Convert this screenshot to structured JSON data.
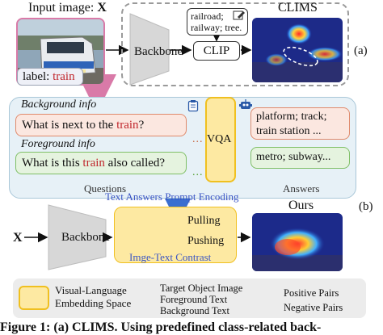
{
  "panel_a": {
    "input_title_prefix": "Input image: ",
    "input_title_var": "X",
    "label_prefix": "label: ",
    "label_value": "train",
    "backbone": "Backbone",
    "clip": "CLIP",
    "prompt_line1": "railroad;",
    "prompt_line2": "railway; tree.",
    "clims_title": "CLIMS",
    "tag": "(a)"
  },
  "panel_b": {
    "background_info": "Background info",
    "foreground_info": "Foreground info",
    "q1_prefix": "What is next to the ",
    "q1_obj": "train",
    "q1_suffix": "?",
    "q2_prefix": "What is this ",
    "q2_obj": "train",
    "q2_suffix": " also called?",
    "dots": "...",
    "questions_caption": "Questions",
    "vqa": "VQA",
    "a1_line1": "platform; track;",
    "a1_line2": "train station ...",
    "a2": "metro; subway...",
    "answers_caption": "Answers",
    "tag": "(b)",
    "encoding": "Text Answers Prompt Encoding",
    "pulling": "Pulling",
    "pushing": "Pushing",
    "contrast_caption": "Imge-Text Contrast",
    "x_var": "X",
    "backbone": "Backbone",
    "ours_title": "Ours"
  },
  "legend": {
    "vl_line1": "Visual-Language",
    "vl_line2": "Embedding Space",
    "target": "Target Object Image",
    "foreground": "Foreground Text",
    "background": "Background Text",
    "positive": "Positive Pairs",
    "negative": "Negative Pairs"
  },
  "caption": "Figure 1: (a) CLIMS. Using predefined class-related back-",
  "colors": {
    "foreground_green": "#7fbf66",
    "background_orange": "#e08a6c",
    "target_blue": "#6a9bd8",
    "embedding_yellow": "#f0c020",
    "positive_arrow": "#1e9e3a",
    "negative_arrow": "#c0272d",
    "accent_pink": "#d97aa8"
  },
  "icons": [
    "clipboard-icon",
    "robot-icon",
    "pencil-icon",
    "train-photo",
    "heatmap-photo"
  ]
}
